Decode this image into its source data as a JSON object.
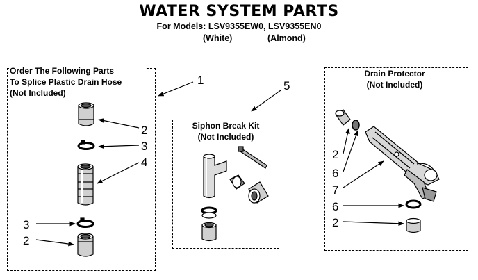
{
  "header": {
    "title": "WATER SYSTEM PARTS",
    "models_line": "For Models: LSV9355EW0, LSV9355EN0",
    "variant_white": "(White)",
    "variant_almond": "(Almond)"
  },
  "boxes": {
    "splice": {
      "label_line1": "Order The Following Parts",
      "label_line2": "To Splice Plastic Drain Hose",
      "label_line3": "(Not Included)"
    },
    "siphon": {
      "label_line1": "Siphon Break Kit",
      "label_line2": "(Not Included)"
    },
    "drain": {
      "label_line1": "Drain Protector",
      "label_line2": "(Not Included)"
    }
  },
  "callouts": {
    "box1": "1",
    "box5": "5",
    "splice_a": "2",
    "splice_b": "3",
    "splice_c": "4",
    "splice_d": "3",
    "splice_e": "2",
    "drain_a": "2",
    "drain_b": "6",
    "drain_c": "7",
    "drain_d": "6",
    "drain_e": "2"
  }
}
